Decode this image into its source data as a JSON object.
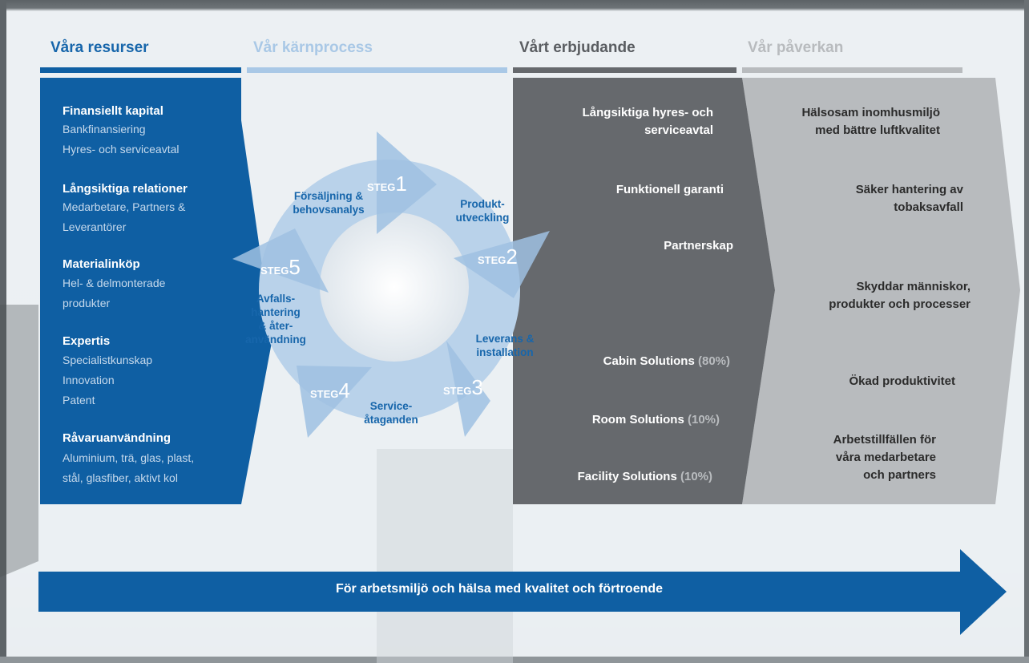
{
  "headers": {
    "resources": "Våra resurser",
    "process": "Vår kärnprocess",
    "offering": "Vårt erbjudande",
    "impact": "Vår påverkan"
  },
  "colors": {
    "blue": "#0f5fa3",
    "light_blue": "#a9c8e6",
    "dark_gray": "#66696d",
    "light_gray": "#b8bbbe"
  },
  "resources": [
    {
      "title": "Finansiellt kapital",
      "lines": [
        "Bankfinansiering",
        "Hyres- och serviceavtal"
      ]
    },
    {
      "title": "Långsiktiga relationer",
      "lines": [
        "Medarbetare, Partners &",
        "Leverantörer"
      ]
    },
    {
      "title": "Materialinköp",
      "lines": [
        "Hel- & delmonterade",
        "produkter"
      ]
    },
    {
      "title": "Expertis",
      "lines": [
        "Specialistkunskap",
        "Innovation",
        "Patent"
      ]
    },
    {
      "title": "Råvaruanvändning",
      "lines": [
        "Aluminium, trä, glas, plast,",
        "stål, glasfiber, aktivt kol"
      ]
    }
  ],
  "process": {
    "steg_label": "STEG",
    "steps": [
      {
        "num": "1",
        "name_lines": [
          "Försäljning &",
          "behovsanalys"
        ]
      },
      {
        "num": "2",
        "name_lines": [
          "Produkt-",
          "utveckling"
        ]
      },
      {
        "num": "3",
        "name_lines": [
          "Leverans &",
          "installation"
        ]
      },
      {
        "num": "4",
        "name_lines": [
          "Service-",
          "åtaganden"
        ]
      },
      {
        "num": "5",
        "name_lines": [
          "Avfalls-",
          "hantering",
          "& åter-",
          "användning"
        ]
      }
    ]
  },
  "offering": [
    {
      "lines": [
        "Långsiktiga hyres- och",
        "serviceavtal"
      ]
    },
    {
      "lines": [
        "Funktionell garanti"
      ]
    },
    {
      "lines": [
        "Partnerskap"
      ]
    },
    {
      "label": "Cabin Solutions",
      "pct": "(80%)"
    },
    {
      "label": "Room Solutions",
      "pct": "(10%)"
    },
    {
      "label": "Facility Solutions",
      "pct": "(10%)"
    }
  ],
  "impact": [
    {
      "lines": [
        "Hälsosam inomhusmiljö",
        "med bättre luftkvalitet"
      ]
    },
    {
      "lines": [
        "Säker hantering av",
        "tobaksavfall"
      ]
    },
    {
      "lines": [
        "Skyddar människor,",
        "produkter och processer"
      ]
    },
    {
      "lines": [
        "Ökad produktivitet"
      ]
    },
    {
      "lines": [
        "Arbetstillfällen för",
        "våra medarbetare",
        "och partners"
      ]
    }
  ],
  "bottom_arrow": "För arbetsmiljö och hälsa med kvalitet och förtroende"
}
